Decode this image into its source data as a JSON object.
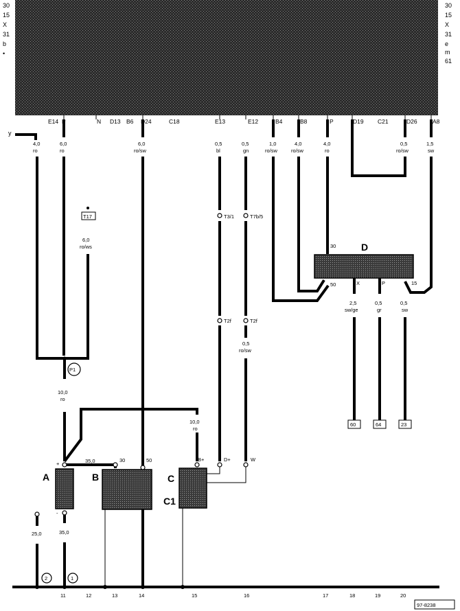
{
  "fuse_panel": {
    "rails_left": [
      "30",
      "15",
      "X",
      "31",
      "b",
      "•"
    ],
    "rails_right": [
      "30",
      "15",
      "X",
      "31",
      "e",
      "m",
      "61"
    ]
  },
  "connectors": {
    "E14": "E14",
    "P1": "P",
    "N": "N",
    "D13": "D13",
    "B6": "B6",
    "D24": "D24",
    "C18": "C18",
    "E13": "E13",
    "E12": "E12",
    "B4": "B4",
    "B8": "B8",
    "P2": "P",
    "D19": "D19",
    "C21": "C21",
    "D26": "D26",
    "A8": "A8"
  },
  "wires": {
    "y_label": "y",
    "w_e14": [
      "4,0",
      "ro"
    ],
    "w_p": [
      "6,0",
      "ro"
    ],
    "w_d24": [
      "6,0",
      "ro/sw"
    ],
    "w_e13": [
      "0,5",
      "bl"
    ],
    "w_e12": [
      "0,5",
      "gn"
    ],
    "w_b4": [
      "1,0",
      "ro/sw"
    ],
    "w_b8": [
      "4,0",
      "ro/sw"
    ],
    "w_p2": [
      "4,0",
      "ro"
    ],
    "w_d26": [
      "0,5",
      "ro/sw"
    ],
    "w_a8": [
      "1,5",
      "sw"
    ],
    "w_t17": [
      "6,0",
      "ro/ws"
    ],
    "w_main": [
      "10,0",
      "ro"
    ],
    "w_bplus": [
      "10,0",
      "ro"
    ],
    "w_e12_lower": [
      "0,5",
      "ro/sw"
    ],
    "w_x": [
      "2,5",
      "sw/ge"
    ],
    "w_pd": [
      "0,5",
      "gr"
    ],
    "w_15": [
      "0,5",
      "sw"
    ],
    "w_gnd25": "25,0",
    "w_gnd35": "35,0",
    "w_ab": "35,0"
  },
  "connector_pins": {
    "t3": "T3/1",
    "t7": "T7b/5",
    "t2_left": "T2f",
    "t2_right": "T2f",
    "t17_box": "T17"
  },
  "splice_p1": "P1",
  "components": {
    "A": "A",
    "B": "B",
    "C": "C",
    "C1": "C1",
    "D": "D"
  },
  "terminals": {
    "a_plus": "+",
    "a_minus": "-",
    "b_30": "30",
    "b_50": "50",
    "c_bplus": "B+",
    "c_dplus": "D+",
    "c_w": "W",
    "d_30": "30",
    "d_50": "50",
    "d_x": "X",
    "d_p": "P",
    "d_15": "15"
  },
  "ref_boxes": [
    "60",
    "64",
    "23"
  ],
  "ground_points": [
    "2",
    "1"
  ],
  "bottom_numbers": [
    "11",
    "12",
    "13",
    "14",
    "15",
    "16",
    "17",
    "18",
    "19",
    "20"
  ],
  "figure_code": "97-8238"
}
